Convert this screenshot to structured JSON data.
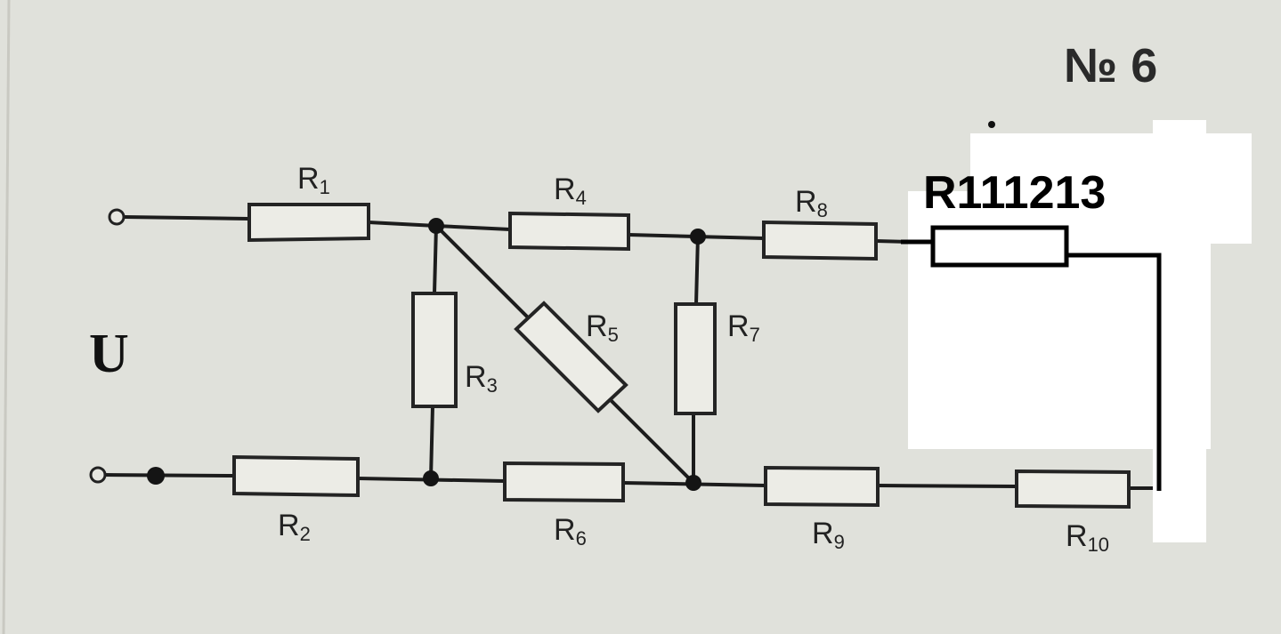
{
  "problem_number": "№ 6",
  "source_label": "U",
  "resistors": {
    "r1": {
      "letter": "R",
      "index": "1"
    },
    "r2": {
      "letter": "R",
      "index": "2"
    },
    "r3": {
      "letter": "R",
      "index": "3"
    },
    "r4": {
      "letter": "R",
      "index": "4"
    },
    "r5": {
      "letter": "R",
      "index": "5"
    },
    "r6": {
      "letter": "R",
      "index": "6"
    },
    "r7": {
      "letter": "R",
      "index": "7"
    },
    "r8": {
      "letter": "R",
      "index": "8"
    },
    "r9": {
      "letter": "R",
      "index": "9"
    },
    "r10": {
      "letter": "R",
      "index": "10"
    }
  },
  "added_resistor_label": "R111213"
}
